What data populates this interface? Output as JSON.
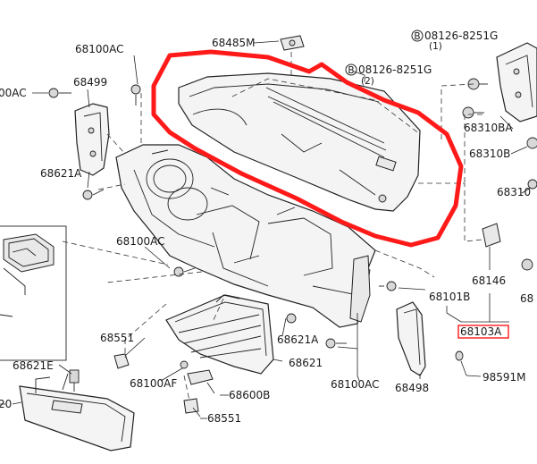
{
  "labels": {
    "p68485M": "68485M",
    "p08126_top": "08126-8251G",
    "p08126_top_qty": "(1)",
    "p08126_mid": "08126-8251G",
    "p08126_mid_qty": "(2)",
    "p68100AC_top": "68100AC",
    "p68100AC_left": "00AC",
    "p68499": "68499",
    "p68621A_left": "68621A",
    "p68100AC_mid": "68100AC",
    "p68310BA": "68310BA",
    "p68310B": "68310B",
    "p68310": "68310",
    "p68146": "68146",
    "p68101B": "68101B",
    "p68103A": "68103A",
    "p68551_a": "68551",
    "p68621A_mid": "68621A",
    "p68621": "68621",
    "p68100AF": "68100AF",
    "p68600B": "68600B",
    "p68551_b": "68551",
    "p68100AC_bot": "68100AC",
    "p68498": "68498",
    "p98591M": "98591M",
    "p68621E": "68621E",
    "p20": "20",
    "p68_right": "68"
  },
  "callout_symbol": "B",
  "highlight_color": "#ff1a1a"
}
